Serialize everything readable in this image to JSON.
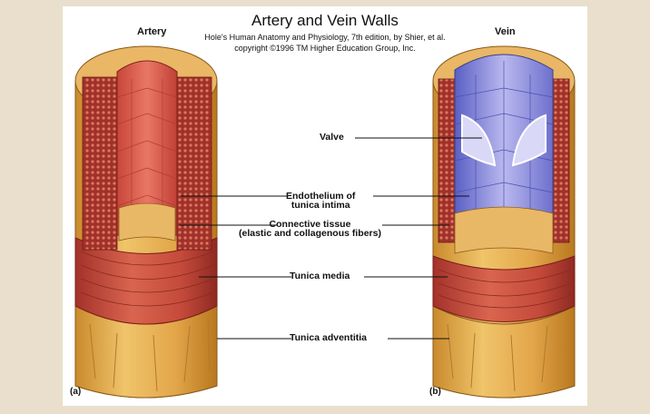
{
  "diagram": {
    "title": "Artery and Vein Walls",
    "citation": "Hole's Human Anatomy and Physiology, 7th edition, by Shier, et al. copyright ©1996 TM Higher Education Group, Inc.",
    "artery_label": "Artery",
    "vein_label": "Vein",
    "panel_a": "(a)",
    "panel_b": "(b)",
    "labels": {
      "valve": "Valve",
      "endothelium_line1": "Endothelium of",
      "endothelium_line2": "tunica intima",
      "connective_line1": "Connective tissue",
      "connective_line2": "(elastic and collagenous fibers)",
      "tunica_media": "Tunica media",
      "tunica_adventitia": "Tunica adventitia"
    }
  }
}
